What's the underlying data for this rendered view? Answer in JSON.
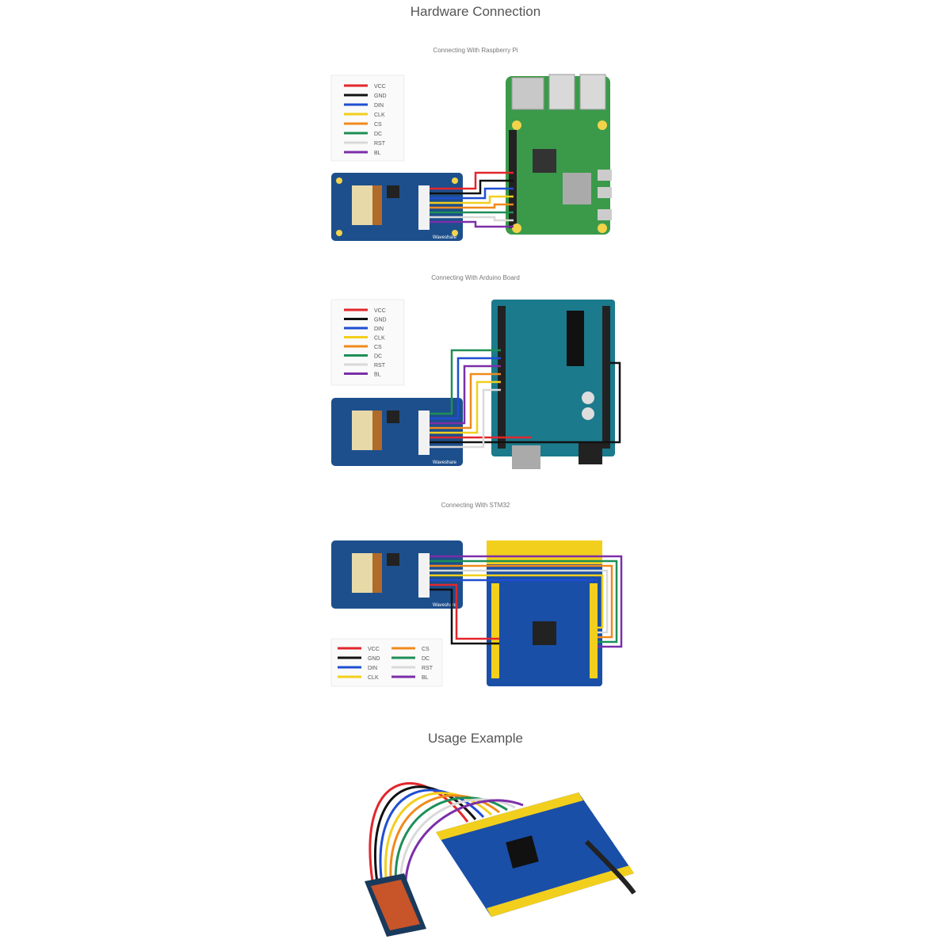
{
  "page": {
    "section1_title": "Hardware Connection",
    "section2_title": "Usage Example"
  },
  "diagrams": [
    {
      "caption": "Connecting With Raspberry Pi"
    },
    {
      "caption": "Connecting With Arduino Board"
    },
    {
      "caption": "Connecting With STM32"
    }
  ],
  "pins": [
    {
      "label": "VCC",
      "color": "#e3262b"
    },
    {
      "label": "GND",
      "color": "#111111"
    },
    {
      "label": "DIN",
      "color": "#1f4fd1"
    },
    {
      "label": "CLK",
      "color": "#f2cf1d"
    },
    {
      "label": "CS",
      "color": "#f08a1c"
    },
    {
      "label": "DC",
      "color": "#1e8f57"
    },
    {
      "label": "RST",
      "color": "#d9d9d9"
    },
    {
      "label": "BL",
      "color": "#7b2fa8"
    }
  ],
  "module_brand": "Waveshare",
  "board_colors": {
    "lcd_module": "#1d4f8c",
    "raspberry_pi": "#3b9a4a",
    "arduino": "#1b7a8c",
    "stm32": "#1a4fa8"
  }
}
